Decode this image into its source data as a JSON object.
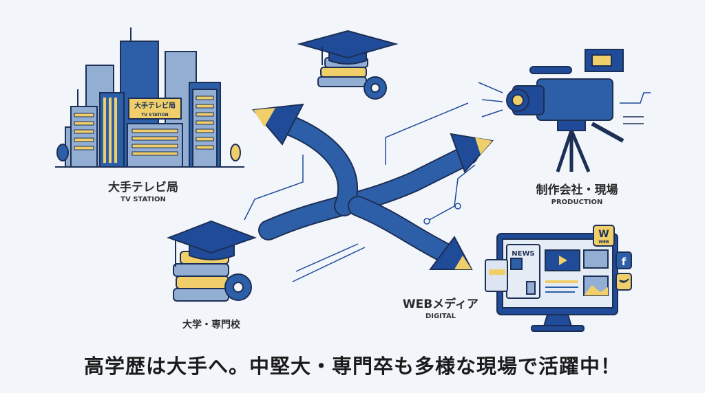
{
  "labels": {
    "tv_station": {
      "jp": "大手テレビ局",
      "en": "TV STATION"
    },
    "production": {
      "jp": "制作会社・現場",
      "en": "PRODUCTION"
    },
    "web_media": {
      "jp": "WEBメディア",
      "en": "DIGITAL"
    },
    "university": {
      "jp": "大学・専門校"
    }
  },
  "building_sign": {
    "jp": "大手テレビ局",
    "en": "TV STATION"
  },
  "monitor": {
    "news": "NEWS",
    "web_badge_letter": "W",
    "web_badge_text": "WEB",
    "facebook": "f"
  },
  "headline": "高学歴は大手へ。中堅大・専門卒も多様な現場で活躍中！",
  "colors": {
    "navy": "#1f4b99",
    "blue": "#2d5fa8",
    "light_blue": "#93aed3",
    "yellow": "#f0cf6a",
    "background": "#f2f5fa"
  }
}
